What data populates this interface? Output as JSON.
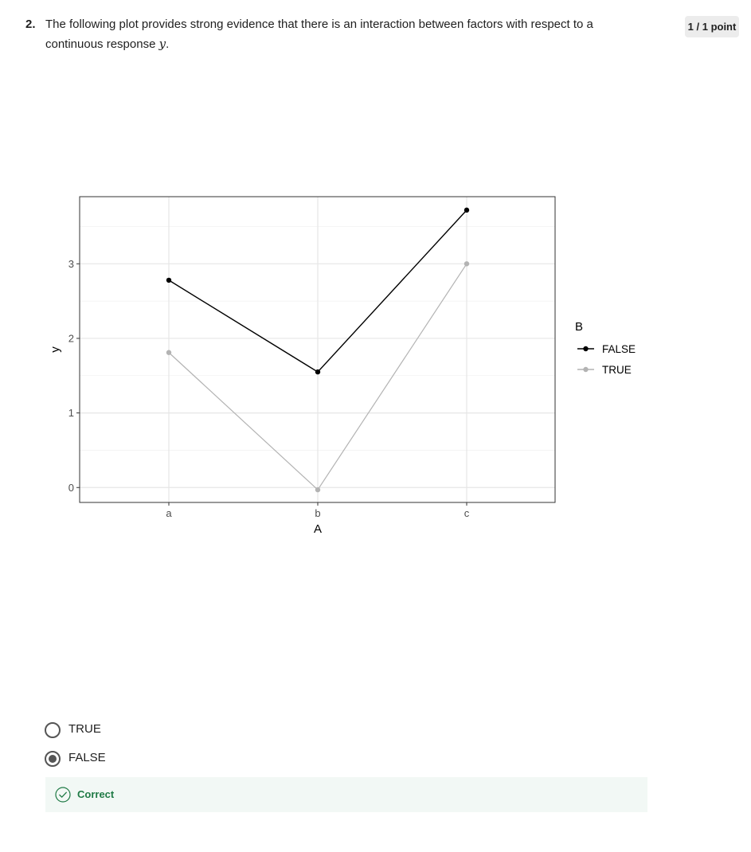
{
  "question": {
    "number": "2.",
    "text_before": "The following plot provides strong evidence that there is an interaction between factors with respect to a continuous response ",
    "variable": "y",
    "text_after": ".",
    "points": "1 / 1 point"
  },
  "chart_data": {
    "type": "line",
    "title": "",
    "xlabel": "A",
    "ylabel": "y",
    "categories": [
      "a",
      "b",
      "c"
    ],
    "yticks": [
      "0",
      "1",
      "2",
      "3"
    ],
    "ylim": [
      -0.2,
      3.9
    ],
    "grid": true,
    "legend": {
      "title": "B",
      "placement": "right"
    },
    "series": [
      {
        "name": "FALSE",
        "values": [
          2.78,
          1.55,
          3.72
        ],
        "color": "#000000"
      },
      {
        "name": "TRUE",
        "values": [
          1.81,
          -0.03,
          3.0
        ],
        "color": "#b3b3b3"
      }
    ]
  },
  "options": [
    {
      "label": "TRUE",
      "selected": false
    },
    {
      "label": "FALSE",
      "selected": true
    }
  ],
  "feedback": {
    "status": "Correct",
    "color": "#1f7a45"
  }
}
